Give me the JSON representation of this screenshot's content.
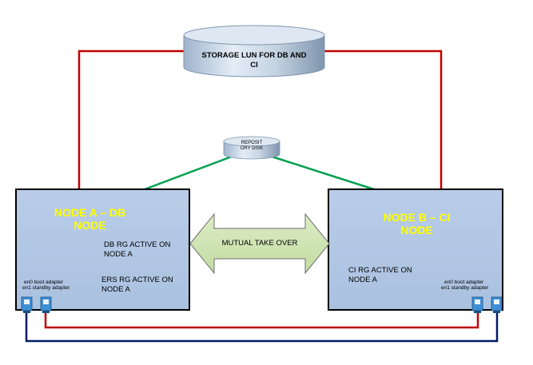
{
  "storage": {
    "label": "STORAGE LUN FOR DB AND CI"
  },
  "repository": {
    "label": "REPOSIT ORY DISK"
  },
  "node_a": {
    "title": "NODE A – DB NODE",
    "db_rg": "DB RG ACTIVE ON NODE A",
    "ers_rg": "ERS RG ACTIVE ON NODE A",
    "adapters": [
      "en0 boot adapter",
      "en1 standby adapter"
    ]
  },
  "node_b": {
    "title": "NODE B – CI NODE",
    "ci_rg": "CI RG ACTIVE ON NODE A",
    "adapters": [
      "en0 boot adapter",
      "en1 standby adapter"
    ]
  },
  "takeover": {
    "label": "MUTUAL TAKE OVER"
  },
  "colors": {
    "node_fill": "#b7cbe6",
    "storage_link": "#c00000",
    "repo_link": "#00a050",
    "network_red": "#c00000",
    "network_navy": "#001a66",
    "title_text": "#ffff00"
  }
}
